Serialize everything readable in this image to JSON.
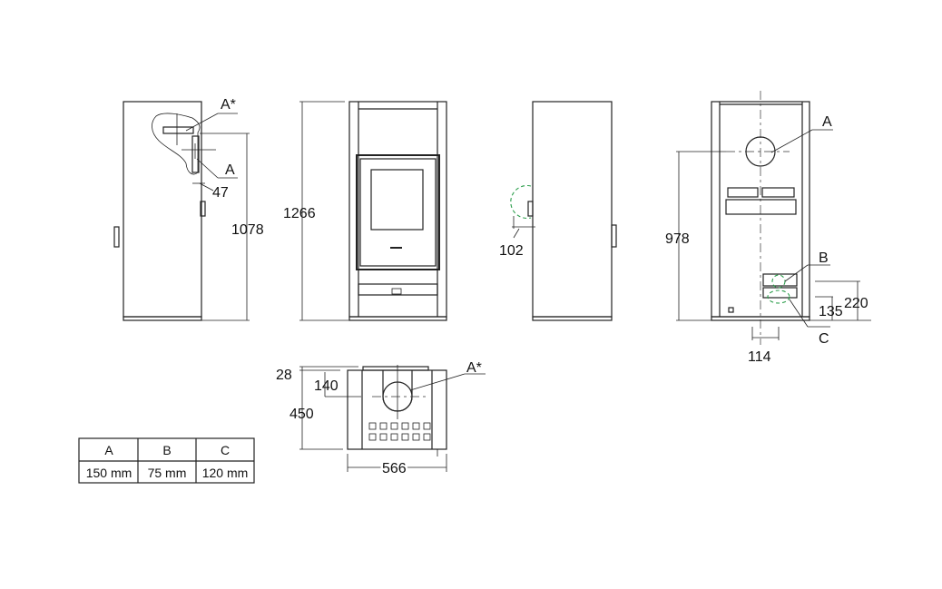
{
  "side_left": {
    "label_a_star": "A*",
    "label_a": "A",
    "dim_47": "47",
    "dim_1078": "1078"
  },
  "front": {
    "dim_1266": "1266"
  },
  "side_right": {
    "dim_102": "102"
  },
  "back": {
    "label_a": "A",
    "label_b": "B",
    "label_c": "C",
    "dim_978": "978",
    "dim_220": "220",
    "dim_135": "135",
    "dim_114": "114"
  },
  "top": {
    "label_a_star": "A*",
    "dim_28": "28",
    "dim_140": "140",
    "dim_450": "450",
    "dim_566": "566"
  },
  "table": {
    "headers": [
      "A",
      "B",
      "C"
    ],
    "values": [
      "150 mm",
      "75 mm",
      "120 mm"
    ]
  },
  "colors": {
    "line": "#222222",
    "hidden": "#2a9d4a"
  }
}
